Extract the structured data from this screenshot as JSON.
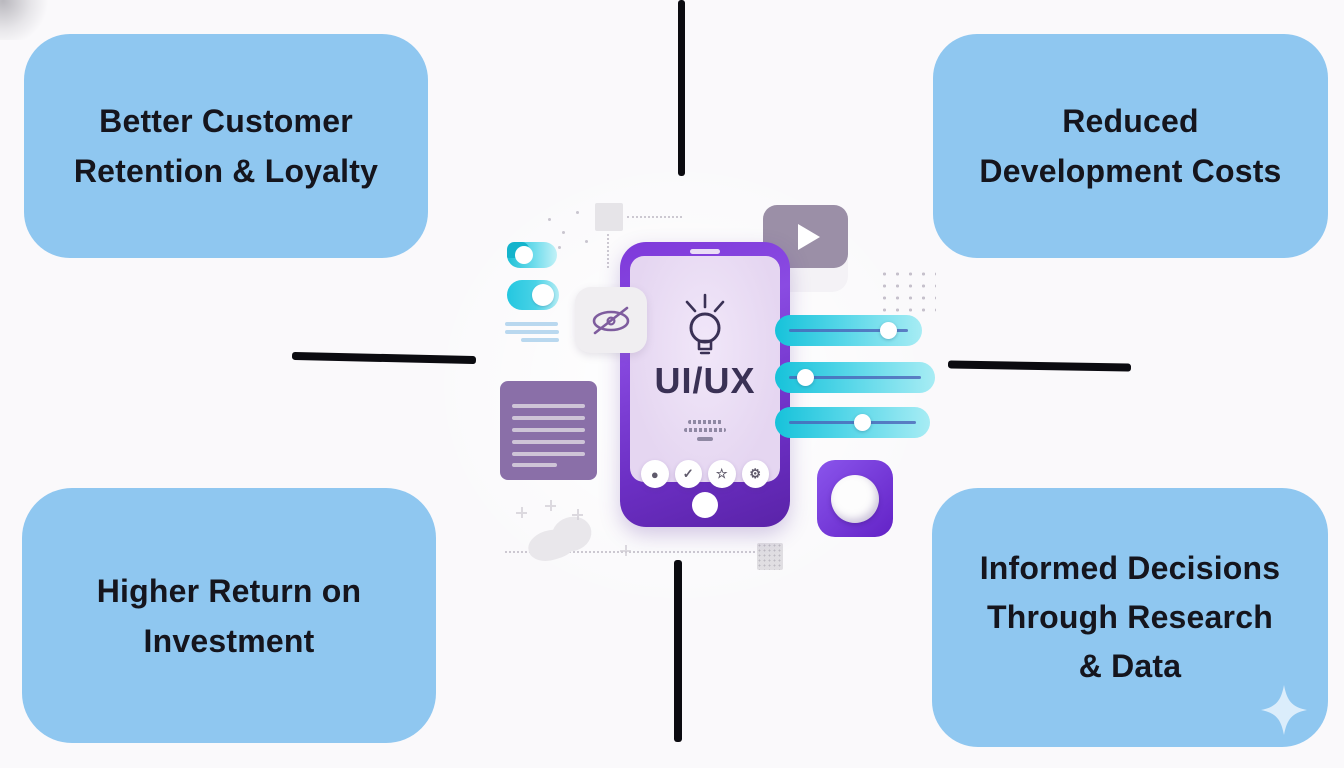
{
  "title": "UI/UX benefits infographic",
  "cards": {
    "top_left": {
      "lines": [
        "Better Customer",
        "Retention & Loyalty"
      ]
    },
    "top_right": {
      "lines": [
        "Reduced",
        "Development Costs"
      ]
    },
    "bottom_left": {
      "lines": [
        "Higher Return on",
        "Investment"
      ]
    },
    "bottom_right": {
      "lines": [
        "Informed Decisions",
        "Through Research",
        "& Data"
      ]
    }
  },
  "center": {
    "phone_label": "UI/UX",
    "action_buttons": [
      {
        "name": "record-dot-icon",
        "glyph": "●"
      },
      {
        "name": "check-icon",
        "glyph": "✓"
      },
      {
        "name": "star-icon",
        "glyph": "☆"
      },
      {
        "name": "gear-icon",
        "glyph": "⚙"
      }
    ],
    "icons": [
      "lightbulb-icon",
      "eye-off-icon",
      "play-icon",
      "sparkle-icon"
    ]
  },
  "colors": {
    "card_bg": "#8fc7f0",
    "card_text": "#15151d",
    "divider": "#0b0b10",
    "phone_frame": "#7e39da",
    "phone_screen": "#e6d8f2",
    "teal_accent": "#16c2da",
    "doc_card": "#8a6fa8",
    "play_card": "#9b8fa7",
    "record_card": "#6322c6"
  }
}
